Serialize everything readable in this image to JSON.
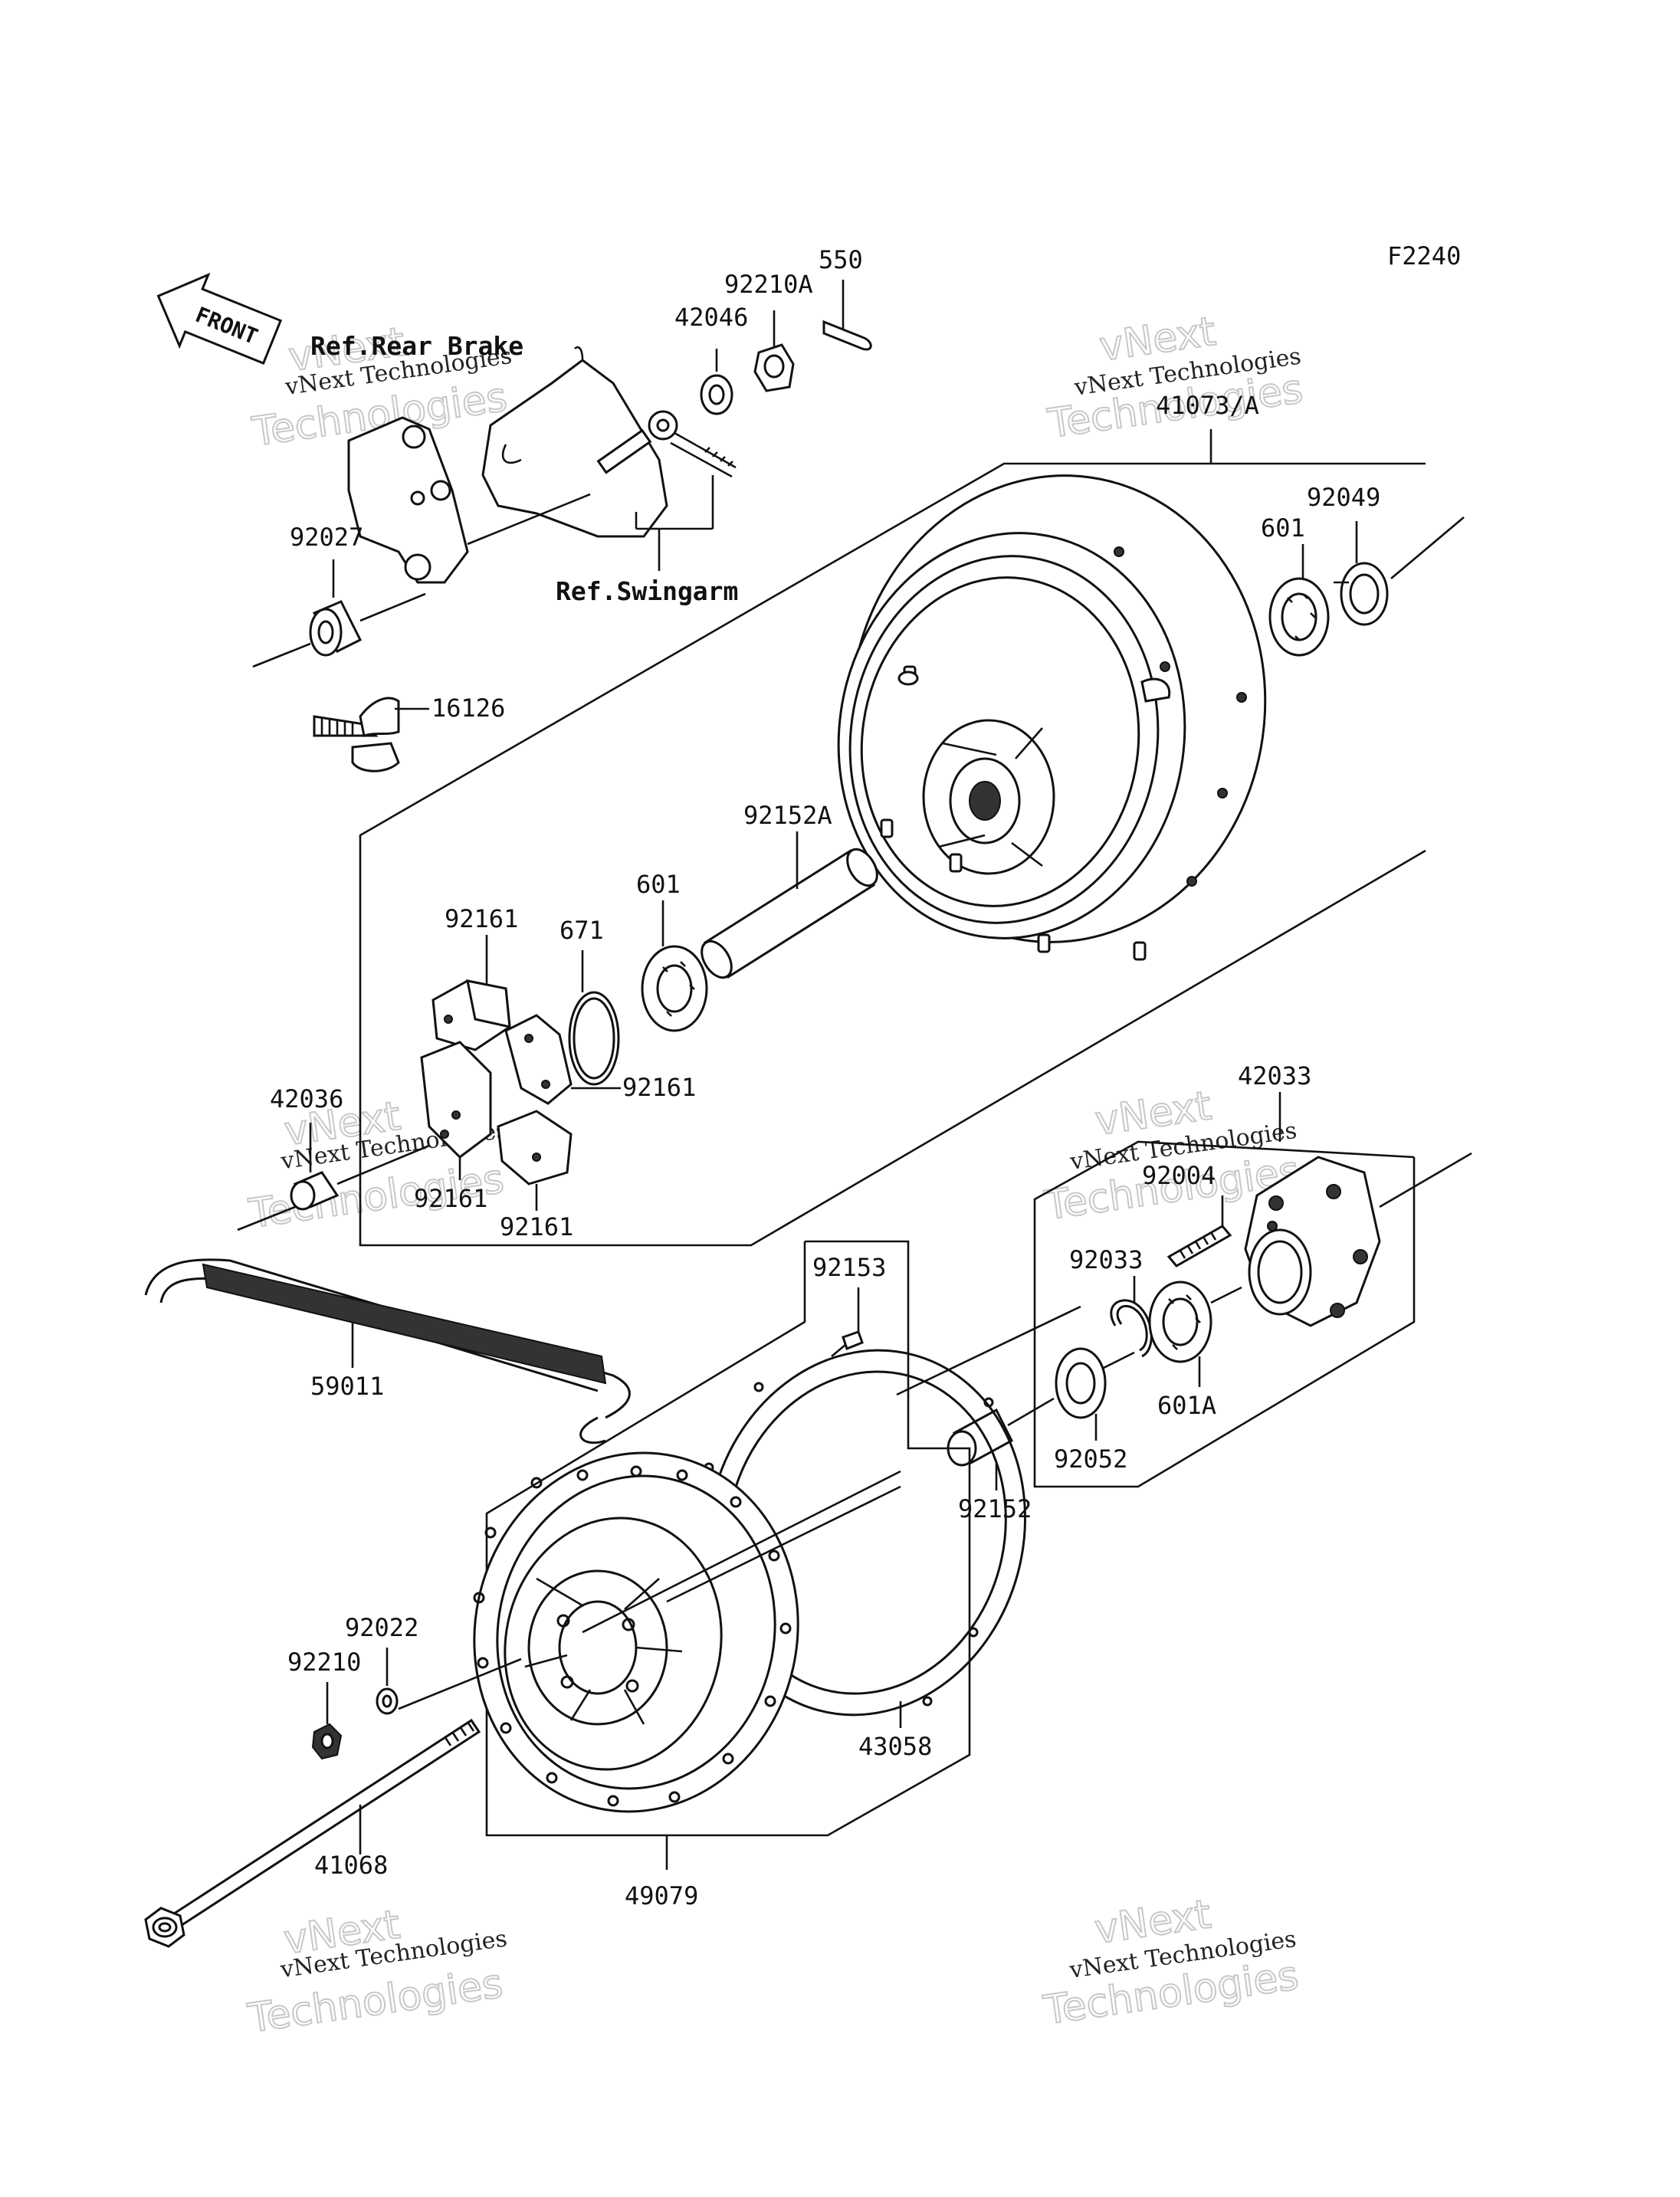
{
  "figure_code": "F2240",
  "front_label": "FRONT",
  "references": {
    "rear_brake": "Ref.Rear Brake",
    "swingarm": "Ref.Swingarm"
  },
  "watermark": {
    "line1": "vNext Technologies",
    "line2": "vNext",
    "line3": "Technologies"
  },
  "parts": {
    "p550": "550",
    "p92210A": "92210A",
    "p42046": "42046",
    "p41073A": "41073/A",
    "p92049": "92049",
    "p601a": "601",
    "p92027": "92027",
    "p16126": "16126",
    "p92152A": "92152A",
    "p601b": "601",
    "p671": "671",
    "p92161a": "92161",
    "p92161b": "92161",
    "p92161c": "92161",
    "p92161d": "92161",
    "p42036": "42036",
    "p42033": "42033",
    "p92004": "92004",
    "p92033": "92033",
    "p92153": "92153",
    "p601A": "601A",
    "p92052": "92052",
    "p92152": "92152",
    "p59011": "59011",
    "p92022": "92022",
    "p92210": "92210",
    "p43058": "43058",
    "p41068": "41068",
    "p49079": "49079"
  }
}
